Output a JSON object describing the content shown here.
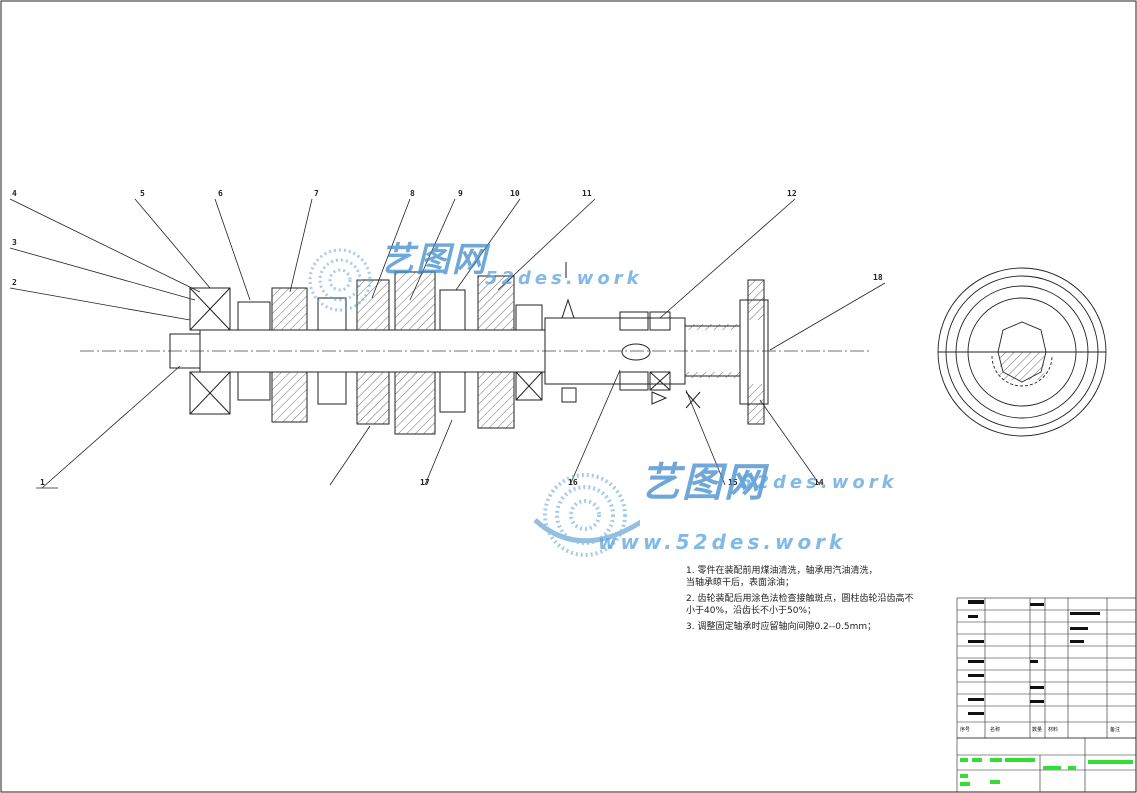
{
  "part_labels": [
    "1",
    "2",
    "3",
    "4",
    "5",
    "6",
    "7",
    "8",
    "9",
    "10",
    "11",
    "12",
    "14",
    "15",
    "16",
    "17",
    "18"
  ],
  "notes": [
    "1. 零件在装配前用煤油清洗，轴承用汽油清洗，\n当轴承晾干后，表面涂油；",
    "2. 齿轮装配后用涂色法检查接触斑点，圆柱齿轮沿齿高不\n小于40%，沿齿长不小于50%；",
    "3. 调整固定轴承时应留轴向间隙0.2--0.5mm；"
  ],
  "watermark": {
    "brand": "艺图网",
    "url_1": "52des.work",
    "url_2": "www.52des.work"
  },
  "title_block": {
    "col_seq": "序号",
    "col_name": "名称",
    "col_qty": "数量",
    "col_material": "材料",
    "col_remark": "备注"
  },
  "colors": {
    "line": "#222222",
    "watermark": "#4a96d6",
    "highlight": "#33dd33"
  }
}
